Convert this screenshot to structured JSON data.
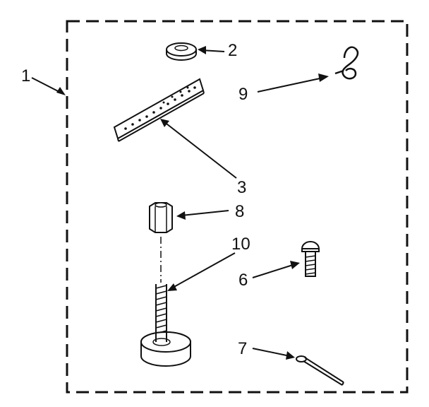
{
  "callouts": {
    "kit": "1",
    "washer": "2",
    "bracket": "3",
    "screw": "6",
    "cotter_pin": "7",
    "coupling_nut": "8",
    "hook": "9",
    "leveling_foot": "10"
  },
  "colors": {
    "ink": "#111111",
    "paper": "#ffffff"
  }
}
